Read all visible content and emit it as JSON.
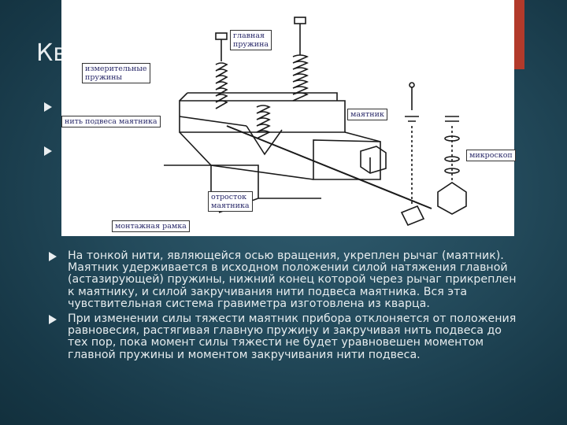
{
  "slide": {
    "title": "Кв",
    "paragraphs": [
      "На тонкой нити, являющейся осью вращения, укреплен рычаг (маятник). Маятник удерживается в исходном положении силой натяжения главной (астазирующей) пружины, нижний конец которой через рычаг прикреплен к маятнику, и силой закручивания нити подвеса маятника. Вся эта чувствительная система гравиметра изготовлена из кварца.",
      "При изменении силы тяжести маятник прибора отклоняется от положения равновесия, растягивая главную пружину и закручивая нить подвеса до тех пор, пока момент силы тяжести не будет уравновешен моментом главной пружины и моментом закручивания нити подвеса."
    ]
  },
  "figure": {
    "labels": {
      "main_spring": [
        "главная",
        "пружина"
      ],
      "measuring_springs": [
        "измерительные",
        "пружины"
      ],
      "suspension_thread": "нить подвеса маятника",
      "pendulum": "маятник",
      "microscope": "микроскоп",
      "pendulum_stub": [
        "отросток",
        "маятника"
      ],
      "mounting_frame": "монтажная рамка"
    }
  },
  "colors": {
    "accent": "#b23a2b",
    "background": "#234a5b",
    "text": "#e6ecee"
  }
}
